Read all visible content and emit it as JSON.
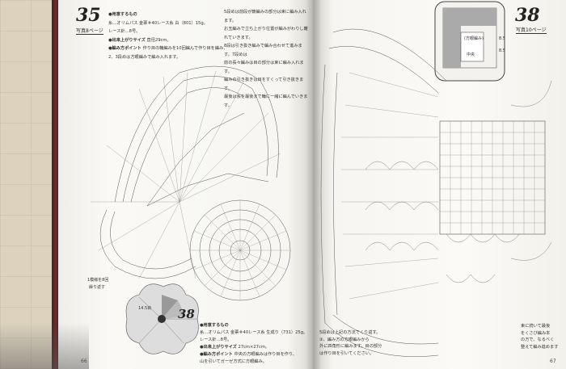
{
  "left_page": {
    "pattern_number": "35",
    "ref_tag": "写真8ページ",
    "materials_heading": "●用意するもの",
    "materials_line1": "糸…オリムパス 金票＃40レース糸 白（801）15g。",
    "materials_line2": "レース針…8号。",
    "size_heading": "●出来上がりサイズ",
    "size_value": "直径29cm。",
    "points_heading": "●編み方ポイント",
    "points_line1": "作り目の輪編みを10回編んで作り目を編み、",
    "points_line2": "2、3段めは方眼編みで編み入れます。",
    "right_note_line1": "5段めは前段が鎖編みの部分は束に編み入れます。",
    "right_note_line2": "お玉編みで立ち上がり位置が編みがわりし離れていきます。",
    "right_note_line3": "8段は引き抜き編みで編み合わせて進みます。7段めは",
    "right_note_line4": "前の長々編みは目の部分は束に編み入れます。",
    "right_note_line5": "編みの引き抜きは目をすくって引き抜きます。",
    "right_note_line6": "最後は糸を最後まで輪に一緒に編んでいきます。",
    "small_label_1": "1模様を8回",
    "small_label_2": "繰り返す",
    "small_label_3": "14.5目",
    "page_number": "66"
  },
  "bottom_left": {
    "pattern_number": "38",
    "materials_heading": "●用意するもの",
    "materials_line1": "糸…オリムパス 金票＃40レース糸 生成り（731）25g。",
    "materials_line2": "レース針…8号。",
    "size_heading": "●出来上がりサイズ",
    "size_value": "27cm×27cm。",
    "points_heading": "●編み方ポイント",
    "points_line1": "中央の方眼編みは作り目を作り、",
    "points_line2": "山を引いてガーゼ方式に方眼編み。"
  },
  "right_page": {
    "pattern_number": "38",
    "ref_tag": "写真10ページ",
    "inset_label_1": "(方眼編み)",
    "inset_label_2": "中央",
    "inset_label_3": "8.5",
    "inset_label_4": "8.5",
    "bottom_note_line1": "5段めは上記の方法でくり返す。",
    "bottom_note_line2": "③、編み方の方眼編みから",
    "bottom_note_line3": "外に四角形に編みます。目の部分",
    "bottom_note_line4": "は作り目を引いてください。",
    "corner_note_line1": "束に続いて最後",
    "corner_note_line2": "をくさび編み本",
    "corner_note_line3": "の方で、なるべく",
    "corner_note_line4": "整えて編み進めます",
    "page_number": "67"
  }
}
